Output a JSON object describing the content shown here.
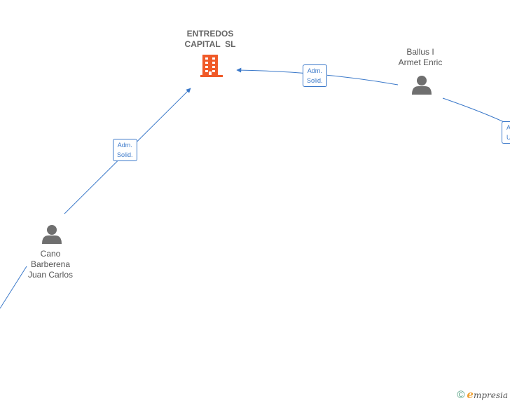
{
  "colors": {
    "edge": "#3a78c9",
    "company_icon": "#f05a28",
    "person_icon": "#6f6f6f"
  },
  "company": {
    "name_line1": "ENTREDOS",
    "name_line2": "CAPITAL  SL",
    "icon": "building-icon"
  },
  "persons": [
    {
      "id": "ballus",
      "line1": "Ballus I",
      "line2": "Armet Enric",
      "icon": "person-icon"
    },
    {
      "id": "cano",
      "line1": "Cano",
      "line2": "Barberena",
      "line3": "Juan Carlos",
      "icon": "person-icon"
    }
  ],
  "edges": [
    {
      "from": "ballus",
      "to": "company",
      "label_line1": "Adm.",
      "label_line2": "Solid."
    },
    {
      "from": "cano",
      "to": "company",
      "label_line1": "Adm.",
      "label_line2": "Solid."
    },
    {
      "from": "offscreen",
      "to": "ballus",
      "label_line1": "A",
      "label_line2": "U"
    }
  ],
  "footer": {
    "copyright_symbol": "©",
    "brand_initial": "e",
    "brand_rest": "mpresia"
  }
}
